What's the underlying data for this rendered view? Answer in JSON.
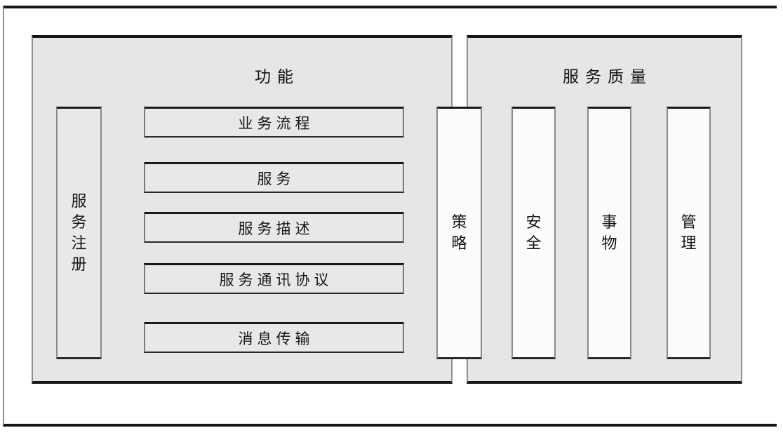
{
  "diagram": {
    "function_panel": {
      "title": "功能",
      "registry_label": "服务注册",
      "rows": [
        {
          "label": "业务流程"
        },
        {
          "label": "服务"
        },
        {
          "label": "服务描述"
        },
        {
          "label": "服务通讯协议"
        },
        {
          "label": "消息传输"
        }
      ]
    },
    "policy_label": "策略",
    "qos_panel": {
      "title": "服务质量",
      "columns": [
        {
          "label": "安全"
        },
        {
          "label": "事物"
        },
        {
          "label": "管理"
        }
      ]
    },
    "colors": {
      "panel_fill": "#e6e6e6",
      "white_box_fill": "#fcfcfc",
      "line_dark": "#1a1a1a",
      "line_light": "#8f8f8f",
      "text": "#141414"
    }
  }
}
